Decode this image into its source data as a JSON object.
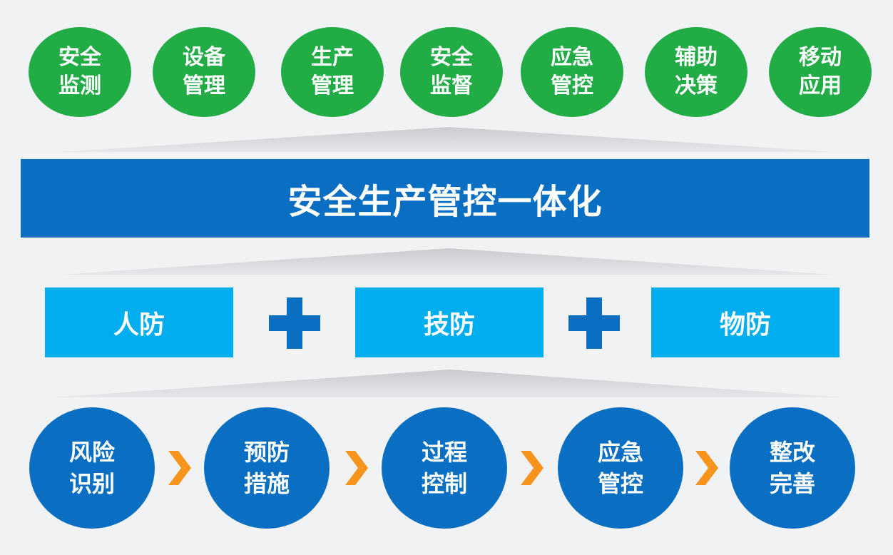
{
  "top_modules": [
    {
      "line1": "安全",
      "line2": "监测"
    },
    {
      "line1": "设备",
      "line2": "管理"
    },
    {
      "line1": "生产",
      "line2": "管理"
    },
    {
      "line1": "安全",
      "line2": "监督"
    },
    {
      "line1": "应急",
      "line2": "管控"
    },
    {
      "line1": "辅助",
      "line2": "决策"
    },
    {
      "line1": "移动",
      "line2": "应用"
    }
  ],
  "banner": {
    "title": "安全生产管控一体化"
  },
  "pillars": [
    {
      "label": "人防"
    },
    {
      "label": "技防"
    },
    {
      "label": "物防"
    }
  ],
  "process_steps": [
    {
      "line1": "风险",
      "line2": "识别"
    },
    {
      "line1": "预防",
      "line2": "措施"
    },
    {
      "line1": "过程",
      "line2": "控制"
    },
    {
      "line1": "应急",
      "line2": "管控"
    },
    {
      "line1": "整改",
      "line2": "完善"
    }
  ],
  "colors": {
    "green": "#21ac46",
    "dark_blue": "#0a6fc2",
    "light_blue": "#00aeef",
    "orange": "#f7941d",
    "background": "#f1f2f4"
  }
}
